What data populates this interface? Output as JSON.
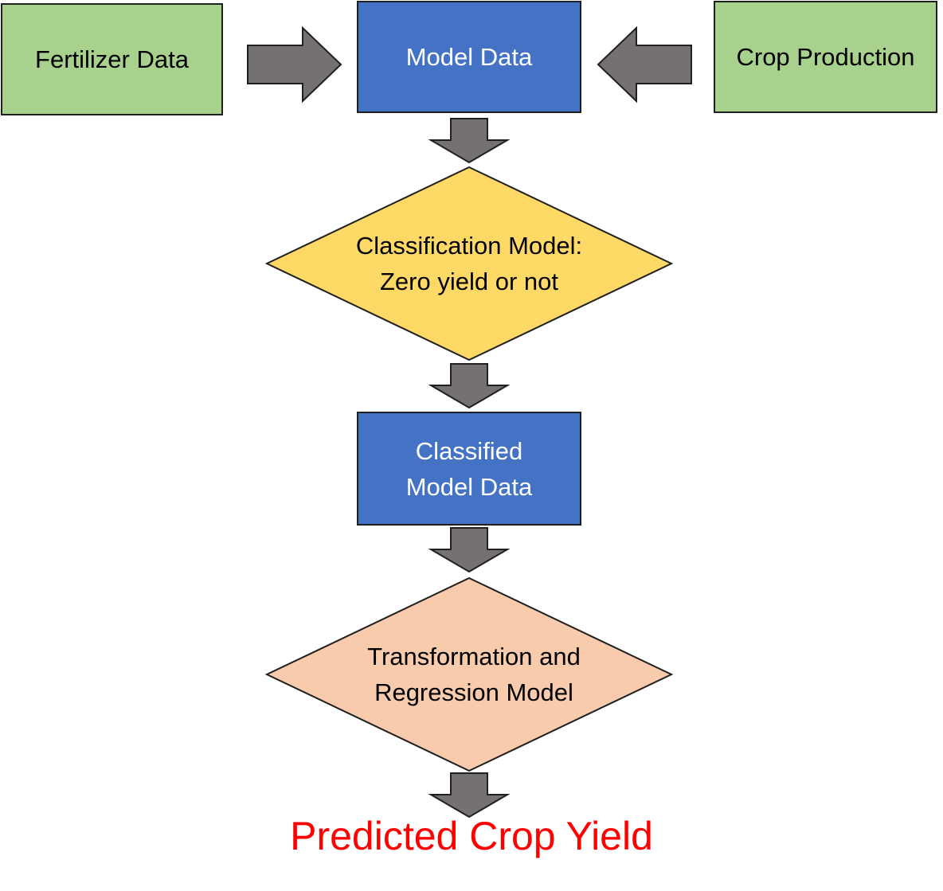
{
  "inputs": {
    "left": {
      "label": "Fertilizer Data"
    },
    "right": {
      "label": "Crop Production"
    }
  },
  "model_data": {
    "label": "Model Data"
  },
  "classification": {
    "line1": "Classification Model:",
    "line2": "Zero yield or not"
  },
  "classified": {
    "line1": "Classified",
    "line2": "Model Data"
  },
  "regression": {
    "line1": "Transformation and",
    "line2": "Regression Model"
  },
  "output": {
    "label": "Predicted Crop Yield"
  },
  "colors": {
    "input_fill": "#a9d18e",
    "data_fill": "#4472c4",
    "classification_fill": "#ffd966",
    "regression_fill": "#f8cbad",
    "arrow_fill": "#767171",
    "output_text": "#ff0000"
  }
}
